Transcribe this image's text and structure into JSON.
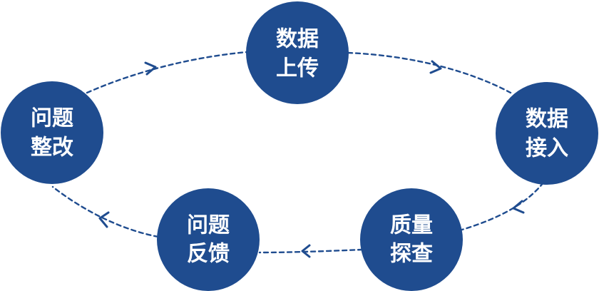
{
  "colors": {
    "node_fill": "#1f4c8f",
    "connector": "#1f4c8f",
    "label_text": "#ffffff"
  },
  "nodes": [
    {
      "id": "upload",
      "line1": "数据",
      "line2": "上传"
    },
    {
      "id": "ingest",
      "line1": "数据",
      "line2": "接入"
    },
    {
      "id": "quality",
      "line1": "质量",
      "line2": "探查"
    },
    {
      "id": "feedback",
      "line1": "问题",
      "line2": "反馈"
    },
    {
      "id": "rectify",
      "line1": "问题",
      "line2": "整改"
    }
  ],
  "flow": [
    {
      "from": "upload",
      "to": "ingest"
    },
    {
      "from": "ingest",
      "to": "quality"
    },
    {
      "from": "quality",
      "to": "feedback"
    },
    {
      "from": "feedback",
      "to": "rectify"
    },
    {
      "from": "rectify",
      "to": "upload"
    }
  ]
}
